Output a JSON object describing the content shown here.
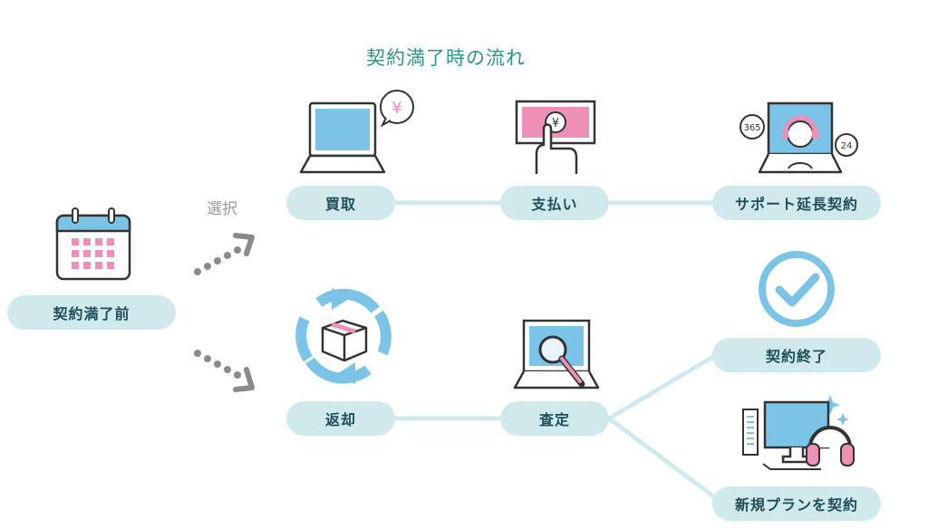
{
  "title": "契約満了時の流れ",
  "start": {
    "label": "契約満了前",
    "icon": "calendar-icon"
  },
  "choice_label": "選択",
  "top_flow": [
    {
      "label": "買取",
      "icon": "laptop-yen-icon"
    },
    {
      "label": "支払い",
      "icon": "payment-icon"
    },
    {
      "label": "サポート延長契約",
      "icon": "support-operator-icon",
      "badges": [
        "365",
        "24"
      ]
    }
  ],
  "bottom_flow": [
    {
      "label": "返却",
      "icon": "return-box-icon"
    },
    {
      "label": "査定",
      "icon": "inspection-icon"
    }
  ],
  "outcomes": [
    {
      "label": "契約終了",
      "icon": "check-circle-icon"
    },
    {
      "label": "新規プランを契約",
      "icon": "new-pc-icon"
    }
  ],
  "colors": {
    "title": "#2b9488",
    "pill_bg": "#cfe9ec",
    "pill_text": "#1f4e58",
    "connector": "#cfe9ec",
    "screen_blue": "#7cc3e8",
    "accent_pink": "#ee8fb8"
  }
}
